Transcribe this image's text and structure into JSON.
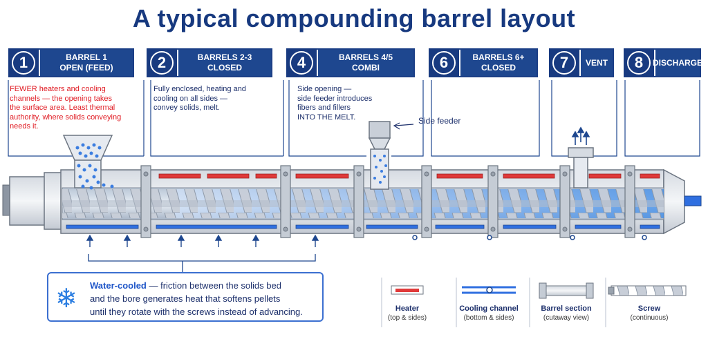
{
  "title": "A typical  compounding barrel layout",
  "sections": [
    {
      "num": "1",
      "line1": "BARREL 1",
      "line2": "OPEN (FEED)"
    },
    {
      "num": "2",
      "line1": "BARRELS 2-3",
      "line2": "CLOSED"
    },
    {
      "num": "4",
      "line1": "BARRELS 4/5",
      "line2": "COMBI"
    },
    {
      "num": "6",
      "line1": "BARRELS 6+",
      "line2": "CLOSED"
    },
    {
      "num": "7",
      "line1": "VENT",
      "line2": ""
    },
    {
      "num": "8",
      "line1": "DISCHARGE",
      "line2": ""
    }
  ],
  "notes": {
    "feed": [
      "FEWER heaters and cooling",
      "channels — the opening takes",
      "the surface area. Least thermal",
      "authority, where solids conveying",
      "needs it."
    ],
    "closed": [
      "Fully enclosed, heating and",
      "cooling on all sides —",
      "convey solids, melt."
    ],
    "combi": [
      "Side opening —",
      "side feeder introduces",
      "fibers and fillers",
      "INTO THE MELT."
    ]
  },
  "side_feeder_label": "Side feeder",
  "water_box": {
    "bold": "Water-cooled",
    "line1_rest": " — friction between the solids bed",
    "line2": "and the bore generates heat that softens pellets",
    "line3": "until they rotate with the screws instead of advancing."
  },
  "legend": [
    {
      "title": "Heater",
      "sub": "(top & sides)"
    },
    {
      "title": "Cooling channel",
      "sub": "(bottom & sides)"
    },
    {
      "title": "Barrel section",
      "sub": "(cutaway view)"
    },
    {
      "title": "Screw",
      "sub": "(continuous)"
    }
  ],
  "colors": {
    "navy": "#1e478f",
    "heater": "#e03a3a",
    "cooling": "#2f6fe0",
    "note_red": "#e01a22"
  }
}
